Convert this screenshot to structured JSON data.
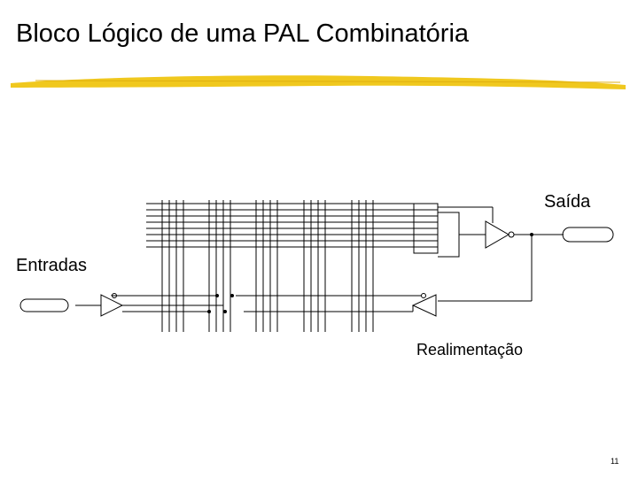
{
  "slide": {
    "title": "Bloco Lógico de uma PAL Combinatória",
    "page_number": "11"
  },
  "diagram": {
    "output_label": "Saída",
    "input_label": "Entradas",
    "feedback_label": "Realimentação"
  },
  "colors": {
    "title_underline": "#f0c81e",
    "lines": "#000000"
  }
}
